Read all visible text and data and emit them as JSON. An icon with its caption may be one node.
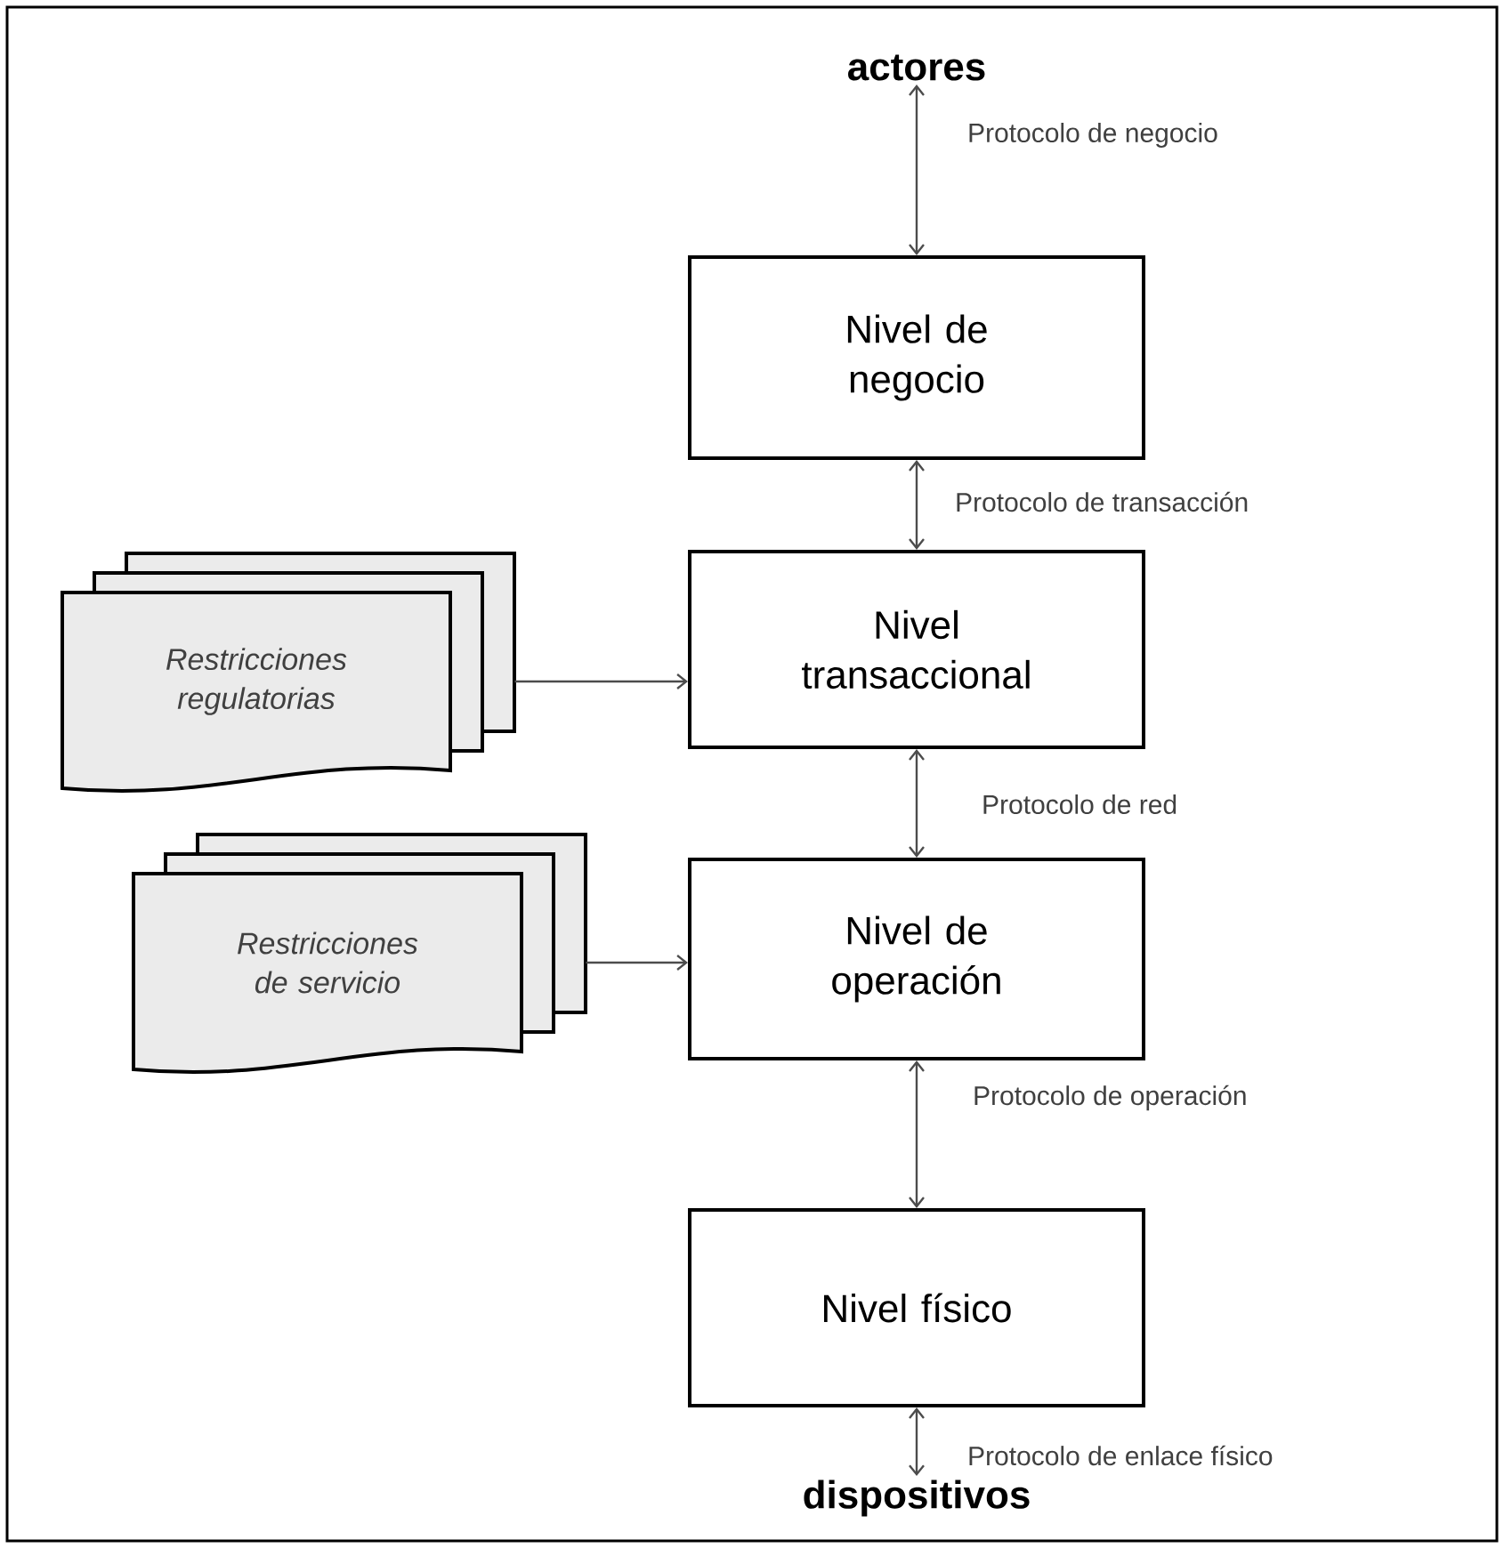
{
  "diagram": {
    "nodes": [
      {
        "text": [
          "actores"
        ]
      },
      {
        "text": [
          "Nivel de negocio"
        ]
      },
      {
        "text": [
          "Restricciones regulatorias"
        ]
      },
      {
        "text": [
          "Nivel transaccional"
        ]
      },
      {
        "text": [
          "Restricciones de servicio"
        ]
      },
      {
        "text": [
          "Nivel de operación"
        ]
      },
      {
        "text": [
          "Nivel físico"
        ]
      },
      {
        "text": [
          "dispositivos"
        ]
      }
    ],
    "edges": [
      {
        "from": 0,
        "to": 1,
        "arrow": "both",
        "label": "Protocolo de negocio"
      },
      {
        "from": 1,
        "to": 3,
        "arrow": "both",
        "label": "Protocolo de transacción"
      },
      {
        "from": 2,
        "to": 3,
        "arrow": "to"
      },
      {
        "from": 3,
        "to": 5,
        "arrow": "both",
        "label": "Protocolo de red"
      },
      {
        "from": 4,
        "to": 5,
        "arrow": "to"
      },
      {
        "from": 5,
        "to": 6,
        "arrow": "both",
        "label": "Protocolo de operación"
      },
      {
        "from": 6,
        "to": 7,
        "arrow": "both",
        "label": "Protocolo de enlace físico"
      }
    ]
  }
}
